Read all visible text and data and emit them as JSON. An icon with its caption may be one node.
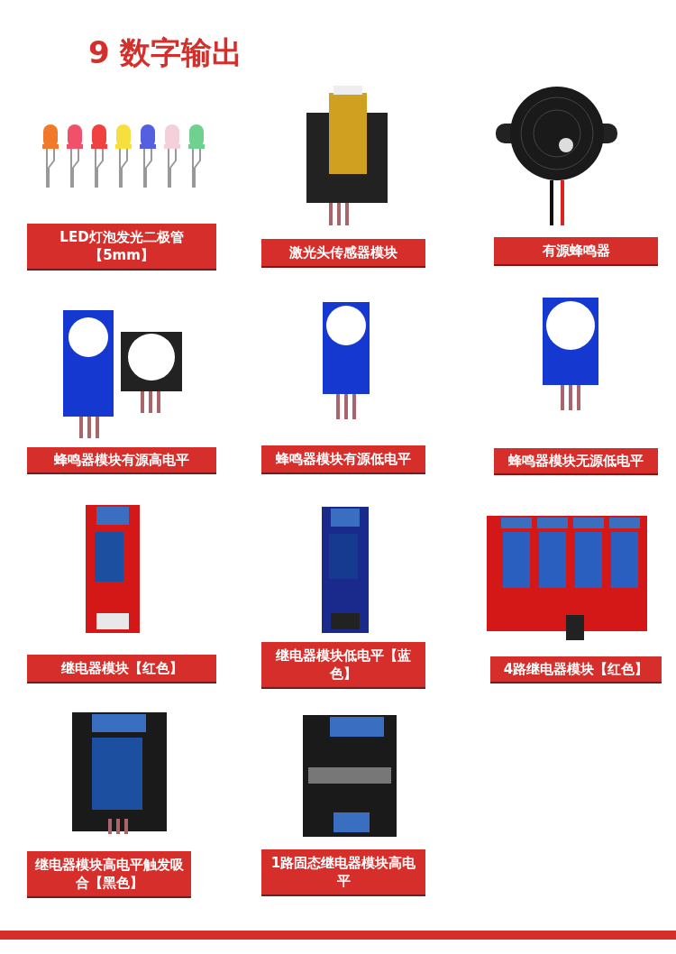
{
  "diagram": {
    "title": "9 数字输出",
    "nodes": [
      {
        "text": [
          "LED灯泡发光二极管【5mm】"
        ]
      },
      {
        "text": [
          "激光头传感器模块"
        ]
      },
      {
        "text": [
          "有源蜂鸣器"
        ]
      },
      {
        "text": [
          "蜂鸣器模块有源高电平"
        ]
      },
      {
        "text": [
          "蜂鸣器模块有源低电平"
        ]
      },
      {
        "text": [
          "蜂鸣器模块无源低电平"
        ]
      },
      {
        "text": [
          "继电器模块【红色】"
        ]
      },
      {
        "text": [
          "继电器模块低电平【蓝色】"
        ]
      },
      {
        "text": [
          "4路继电器模块【红色】"
        ]
      },
      {
        "text": [
          "继电器模块高电平触发吸合【黑色】"
        ]
      },
      {
        "text": [
          "1路固态继电器模块高电平"
        ]
      }
    ]
  }
}
